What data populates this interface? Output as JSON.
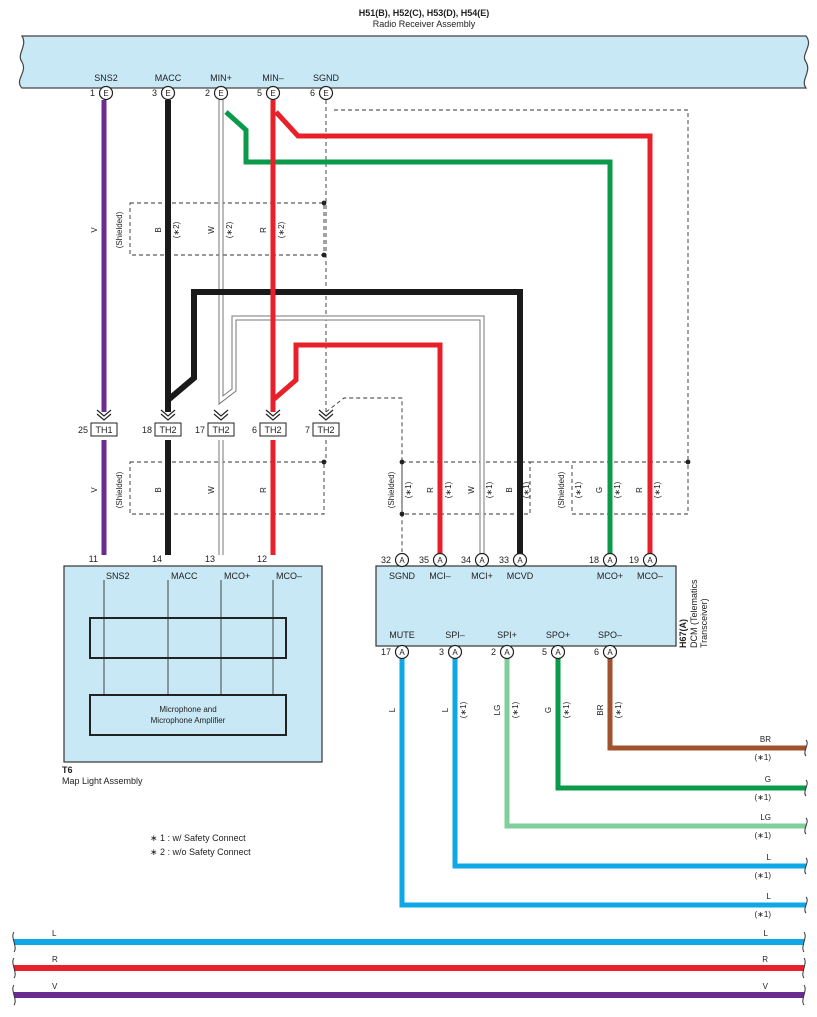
{
  "receiver": {
    "code": "H51(B), H52(C), H53(D), H54(E)",
    "name": "Radio Receiver Assembly",
    "pins": [
      {
        "num": "1",
        "label": "SNS2",
        "conn": "E"
      },
      {
        "num": "3",
        "label": "MACC",
        "conn": "E"
      },
      {
        "num": "2",
        "label": "MIN+",
        "conn": "E"
      },
      {
        "num": "5",
        "label": "MIN–",
        "conn": "E"
      },
      {
        "num": "6",
        "label": "SGND",
        "conn": "E"
      }
    ]
  },
  "junctions": [
    {
      "num": "25",
      "label": "TH1"
    },
    {
      "num": "18",
      "label": "TH2"
    },
    {
      "num": "17",
      "label": "TH2"
    },
    {
      "num": "6",
      "label": "TH2"
    },
    {
      "num": "7",
      "label": "TH2"
    }
  ],
  "map_light": {
    "code": "T6",
    "name": "Map Light Assembly",
    "inner_label_line1": "Microphone and",
    "inner_label_line2": "Microphone Amplifier",
    "pins": [
      {
        "num": "11",
        "label": "SNS2"
      },
      {
        "num": "14",
        "label": "MACC"
      },
      {
        "num": "13",
        "label": "MCO+"
      },
      {
        "num": "12",
        "label": "MCO–"
      }
    ]
  },
  "dcm": {
    "code": "H67(A)",
    "name_line1": "DCM (Telematics",
    "name_line2": "Transceiver)",
    "top_pins": [
      {
        "num": "32",
        "label": "SGND",
        "conn": "A"
      },
      {
        "num": "35",
        "label": "MCI–",
        "conn": "A"
      },
      {
        "num": "34",
        "label": "MCI+",
        "conn": "A"
      },
      {
        "num": "33",
        "label": "MCVD",
        "conn": "A"
      },
      {
        "num": "18",
        "label": "MCO+",
        "conn": "A"
      },
      {
        "num": "19",
        "label": "MCO–",
        "conn": "A"
      }
    ],
    "bottom_pins": [
      {
        "num": "17",
        "label": "MUTE",
        "conn": "A"
      },
      {
        "num": "3",
        "label": "SPI–",
        "conn": "A"
      },
      {
        "num": "2",
        "label": "SPI+",
        "conn": "A"
      },
      {
        "num": "5",
        "label": "SPO+",
        "conn": "A"
      },
      {
        "num": "6",
        "label": "SPO–",
        "conn": "A"
      }
    ]
  },
  "shield_label": "(Shielded)",
  "wire_labels": {
    "upper": {
      "v": "V",
      "b": "B",
      "w": "W",
      "r": "R",
      "note": "(∗2)"
    },
    "mid_left": {
      "v": "V",
      "b": "B",
      "w": "W",
      "r": "R"
    },
    "mid_dcm": {
      "r": "R",
      "w": "W",
      "b": "B",
      "g": "G",
      "r2": "R",
      "note": "(∗1)"
    },
    "lower_dcm": {
      "l1": "L",
      "l2": "L",
      "lg": "LG",
      "g": "G",
      "br": "BR",
      "note": "(∗1)"
    }
  },
  "exits": [
    {
      "color": "BR",
      "note": "(∗1)"
    },
    {
      "color": "G",
      "note": "(∗1)"
    },
    {
      "color": "LG",
      "note": "(∗1)"
    },
    {
      "color": "L",
      "note": "(∗1)"
    },
    {
      "color": "L",
      "note": "(∗1)"
    }
  ],
  "footnotes": [
    "∗ 1 : w/ Safety Connect",
    "∗ 2 : w/o Safety Connect"
  ],
  "bottom_buses": [
    {
      "label": "L",
      "color": "#0fa8e6"
    },
    {
      "label": "R",
      "color": "#e8202a"
    },
    {
      "label": "V",
      "color": "#6b2c91"
    }
  ],
  "colors": {
    "V": "#6b2c91",
    "B": "#1a1a1a",
    "R": "#e8202a",
    "G": "#0a9a4a",
    "L": "#0fa8e6",
    "LG": "#7fcf9a",
    "BR": "#a0522d",
    "box": "#c9e8f6"
  }
}
